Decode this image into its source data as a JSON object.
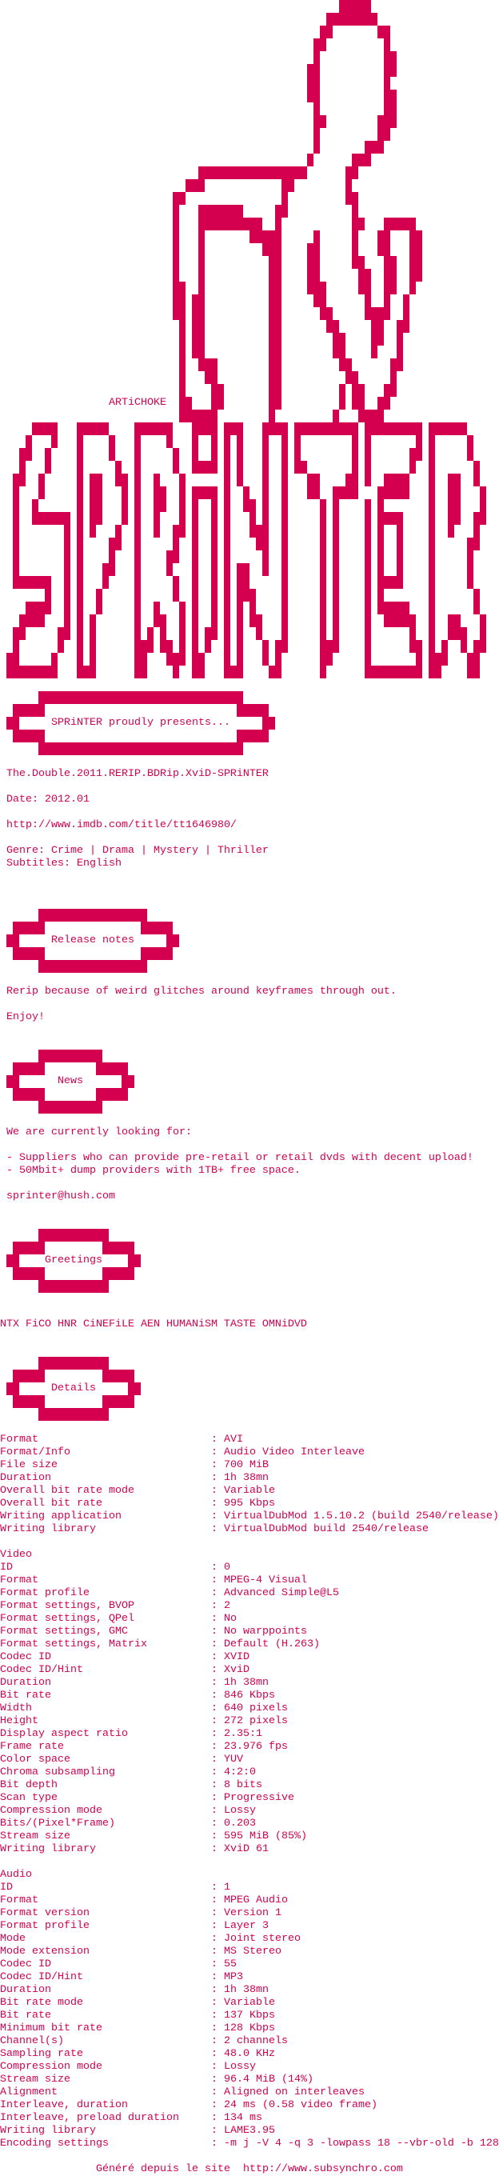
{
  "colors": {
    "ink": "#d4004f",
    "background": "#ffffff"
  },
  "logo": {
    "credit": "ARTiCHOKE",
    "wordmark": "SPRiNTER"
  },
  "banners": {
    "presents": "SPRiNTER proudly presents...",
    "release_notes": "Release notes",
    "news": "News",
    "greetings": "Greetings",
    "details": "Details"
  },
  "release": {
    "name": "The.Double.2011.RERIP.BDRip.XviD-SPRiNTER",
    "date": "Date: 2012.01",
    "imdb": "http://www.imdb.com/title/tt1646980/",
    "genre": "Genre: Crime | Drama | Mystery | Thriller",
    "subtitles": "Subtitles: English"
  },
  "notes": {
    "line1": "Rerip because of weird glitches around keyframes through out.",
    "line2": "Enjoy!"
  },
  "news": {
    "intro": "We are currently looking for:",
    "item1": "- Suppliers who can provide pre-retail or retail dvds with decent upload!",
    "item2": "- 50Mbit+ dump providers with 1TB+ free space.",
    "contact": "sprinter@hush.com"
  },
  "greetings": {
    "groups": "NTX FiCO HNR CiNEFiLE AEN HUMANiSM TASTE OMNiDVD"
  },
  "details": {
    "general": [
      [
        "Format",
        "AVI"
      ],
      [
        "Format/Info",
        "Audio Video Interleave"
      ],
      [
        "File size",
        "700 MiB"
      ],
      [
        "Duration",
        "1h 38mn"
      ],
      [
        "Overall bit rate mode",
        "Variable"
      ],
      [
        "Overall bit rate",
        "995 Kbps"
      ],
      [
        "Writing application",
        "VirtualDubMod 1.5.10.2 (build 2540/release)"
      ],
      [
        "Writing library",
        "VirtualDubMod build 2540/release"
      ]
    ],
    "video_header": "Video",
    "video": [
      [
        "ID",
        "0"
      ],
      [
        "Format",
        "MPEG-4 Visual"
      ],
      [
        "Format profile",
        "Advanced Simple@L5"
      ],
      [
        "Format settings, BVOP",
        "2"
      ],
      [
        "Format settings, QPel",
        "No"
      ],
      [
        "Format settings, GMC",
        "No warppoints"
      ],
      [
        "Format settings, Matrix",
        "Default (H.263)"
      ],
      [
        "Codec ID",
        "XVID"
      ],
      [
        "Codec ID/Hint",
        "XviD"
      ],
      [
        "Duration",
        "1h 38mn"
      ],
      [
        "Bit rate",
        "846 Kbps"
      ],
      [
        "Width",
        "640 pixels"
      ],
      [
        "Height",
        "272 pixels"
      ],
      [
        "Display aspect ratio",
        "2.35:1"
      ],
      [
        "Frame rate",
        "23.976 fps"
      ],
      [
        "Color space",
        "YUV"
      ],
      [
        "Chroma subsampling",
        "4:2:0"
      ],
      [
        "Bit depth",
        "8 bits"
      ],
      [
        "Scan type",
        "Progressive"
      ],
      [
        "Compression mode",
        "Lossy"
      ],
      [
        "Bits/(Pixel*Frame)",
        "0.203"
      ],
      [
        "Stream size",
        "595 MiB (85%)"
      ],
      [
        "Writing library",
        "XviD 61"
      ]
    ],
    "audio_header": "Audio",
    "audio": [
      [
        "ID",
        "1"
      ],
      [
        "Format",
        "MPEG Audio"
      ],
      [
        "Format version",
        "Version 1"
      ],
      [
        "Format profile",
        "Layer 3"
      ],
      [
        "Mode",
        "Joint stereo"
      ],
      [
        "Mode extension",
        "MS Stereo"
      ],
      [
        "Codec ID",
        "55"
      ],
      [
        "Codec ID/Hint",
        "MP3"
      ],
      [
        "Duration",
        "1h 38mn"
      ],
      [
        "Bit rate mode",
        "Variable"
      ],
      [
        "Bit rate",
        "137 Kbps"
      ],
      [
        "Minimum bit rate",
        "128 Kbps"
      ],
      [
        "Channel(s)",
        "2 channels"
      ],
      [
        "Sampling rate",
        "48.0 KHz"
      ],
      [
        "Compression mode",
        "Lossy"
      ],
      [
        "Stream size",
        "96.4 MiB (14%)"
      ],
      [
        "Alignment",
        "Aligned on interleaves"
      ],
      [
        "Interleave, duration",
        "24 ms (0.58 video frame)"
      ],
      [
        "Interleave, preload duration",
        "134 ms"
      ],
      [
        "Writing library",
        "LAME3.95"
      ],
      [
        "Encoding settings",
        "-m j -V 4 -q 3 -lowpass 18 --vbr-old -b 128"
      ]
    ]
  },
  "footer": "Généré depuis le site  http://www.subsynchro.com"
}
